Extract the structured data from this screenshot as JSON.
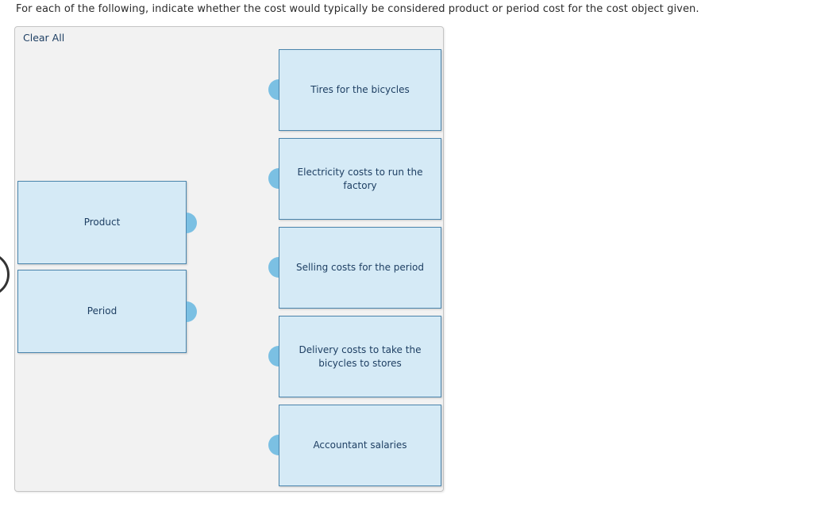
{
  "question": {
    "text": "For each of the following, indicate whether the cost would typically be considered product or period cost for the cost object given."
  },
  "panel": {
    "clear_all_label": "Clear All",
    "targets": [
      {
        "label": "Product"
      },
      {
        "label": "Period"
      }
    ],
    "items": [
      {
        "label": "Tires for the bicycles"
      },
      {
        "label": "Electricity costs to run the factory"
      },
      {
        "label": "Selling costs for the period"
      },
      {
        "label": "Delivery costs to take the bicycles to stores"
      },
      {
        "label": "Accountant salaries"
      }
    ]
  },
  "colors": {
    "card_fill": "#d5eaf6",
    "card_border": "#4a85ad",
    "card_text": "#1e3f63",
    "connector": "#7bc0e3",
    "panel_bg": "#f2f2f2",
    "panel_border": "#c5c5c5",
    "question_text": "#2b2b2b"
  }
}
